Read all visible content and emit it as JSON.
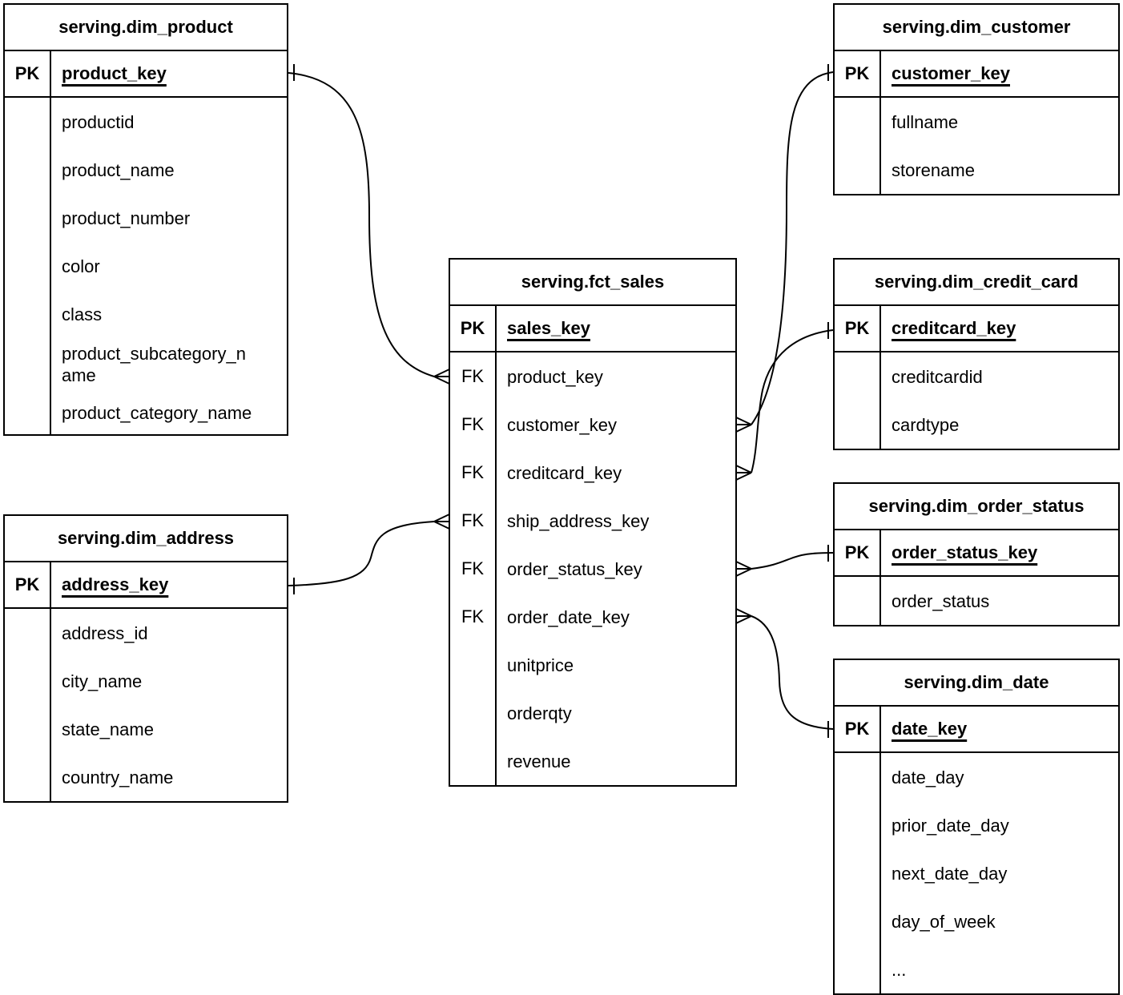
{
  "colors": {
    "background": "#ffffff",
    "line": "#000000",
    "text": "#000000"
  },
  "tables": [
    {
      "id": "dim_product",
      "title": "serving.dim_product",
      "pk_label": "PK",
      "pk": "product_key",
      "fields": [
        "productid",
        "product_name",
        "product_number",
        "color",
        "class",
        "product_subcategory_name",
        "product_category_name"
      ]
    },
    {
      "id": "dim_customer",
      "title": "serving.dim_customer",
      "pk_label": "PK",
      "pk": "customer_key",
      "fields": [
        "fullname",
        "storename"
      ]
    },
    {
      "id": "fct_sales",
      "title": "serving.fct_sales",
      "pk_label": "PK",
      "pk": "sales_key",
      "field_labels": [
        "FK",
        "FK",
        "FK",
        "FK",
        "FK",
        "FK",
        "",
        "",
        ""
      ],
      "fields": [
        "product_key",
        "customer_key",
        "creditcard_key",
        "ship_address_key",
        "order_status_key",
        "order_date_key",
        "unitprice",
        "orderqty",
        "revenue"
      ]
    },
    {
      "id": "dim_credit_card",
      "title": "serving.dim_credit_card",
      "pk_label": "PK",
      "pk": "creditcard_key",
      "fields": [
        "creditcardid",
        "cardtype"
      ]
    },
    {
      "id": "dim_order_status",
      "title": "serving.dim_order_status",
      "pk_label": "PK",
      "pk": "order_status_key",
      "fields": [
        "order_status"
      ]
    },
    {
      "id": "dim_date",
      "title": "serving.dim_date",
      "pk_label": "PK",
      "pk": "date_key",
      "fields": [
        "date_day",
        "prior_date_day",
        "next_date_day",
        "day_of_week",
        "..."
      ]
    },
    {
      "id": "dim_address",
      "title": "serving.dim_address",
      "pk_label": "PK",
      "pk": "address_key",
      "fields": [
        "address_id",
        "city_name",
        "state_name",
        "country_name"
      ]
    }
  ],
  "relationships": [
    {
      "dim_table": "serving.dim_product",
      "dim_field": "product_key",
      "fact_table": "serving.fct_sales",
      "fact_field": "product_key",
      "dim_cardinality": "one",
      "fact_cardinality": "many"
    },
    {
      "dim_table": "serving.dim_customer",
      "dim_field": "customer_key",
      "fact_table": "serving.fct_sales",
      "fact_field": "customer_key",
      "dim_cardinality": "one",
      "fact_cardinality": "many"
    },
    {
      "dim_table": "serving.dim_credit_card",
      "dim_field": "creditcard_key",
      "fact_table": "serving.fct_sales",
      "fact_field": "creditcard_key",
      "dim_cardinality": "one",
      "fact_cardinality": "many"
    },
    {
      "dim_table": "serving.dim_address",
      "dim_field": "address_key",
      "fact_table": "serving.fct_sales",
      "fact_field": "ship_address_key",
      "dim_cardinality": "one",
      "fact_cardinality": "many"
    },
    {
      "dim_table": "serving.dim_order_status",
      "dim_field": "order_status_key",
      "fact_table": "serving.fct_sales",
      "fact_field": "order_status_key",
      "dim_cardinality": "one",
      "fact_cardinality": "many"
    },
    {
      "dim_table": "serving.dim_date",
      "dim_field": "date_key",
      "fact_table": "serving.fct_sales",
      "fact_field": "order_date_key",
      "dim_cardinality": "one",
      "fact_cardinality": "many"
    }
  ]
}
